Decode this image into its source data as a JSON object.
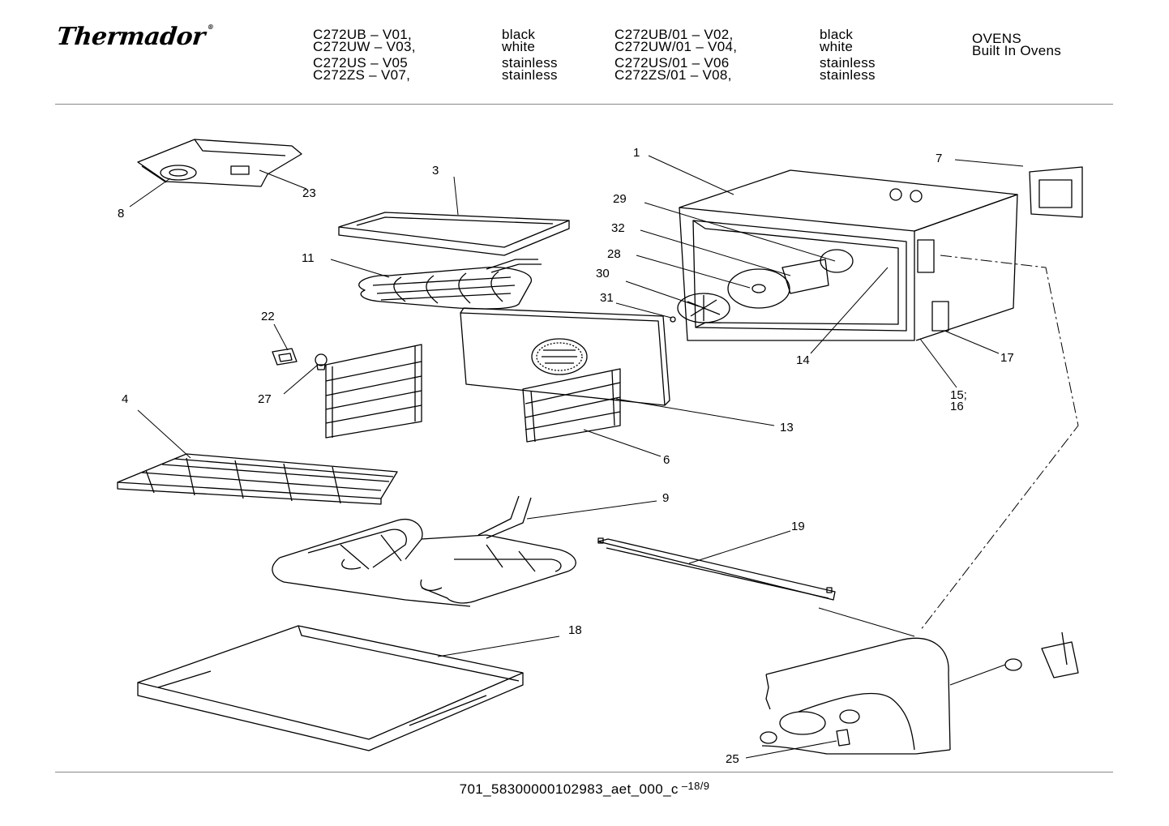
{
  "header": {
    "brand": "Thermador",
    "brand_mark": "®",
    "models": [
      [
        {
          "model": "C272UB – V01,",
          "finish": "black"
        },
        {
          "model": "C272UW – V03,",
          "finish": "white"
        },
        {
          "model": "C272US – V05",
          "finish": "stainless"
        },
        {
          "model": "C272ZS – V07,",
          "finish": "stainless"
        }
      ],
      [
        {
          "model": "C272UB/01 – V02,",
          "finish": "black"
        },
        {
          "model": "C272UW/01 – V04,",
          "finish": "white"
        },
        {
          "model": "C272US/01 – V06",
          "finish": "stainless"
        },
        {
          "model": "C272ZS/01 – V08,",
          "finish": "stainless"
        }
      ]
    ],
    "category": "OVENS",
    "subcategory": "Built In Ovens"
  },
  "callouts": [
    "1",
    "3",
    "4",
    "6",
    "7",
    "8",
    "9",
    "11",
    "13",
    "14",
    "15;",
    "16",
    "17",
    "18",
    "19",
    "22",
    "23",
    "25",
    "27",
    "28",
    "29",
    "30",
    "31",
    "32"
  ],
  "footer": {
    "doc_id": "701_58300000102983_aet_000_c",
    "page": "–18/9"
  }
}
